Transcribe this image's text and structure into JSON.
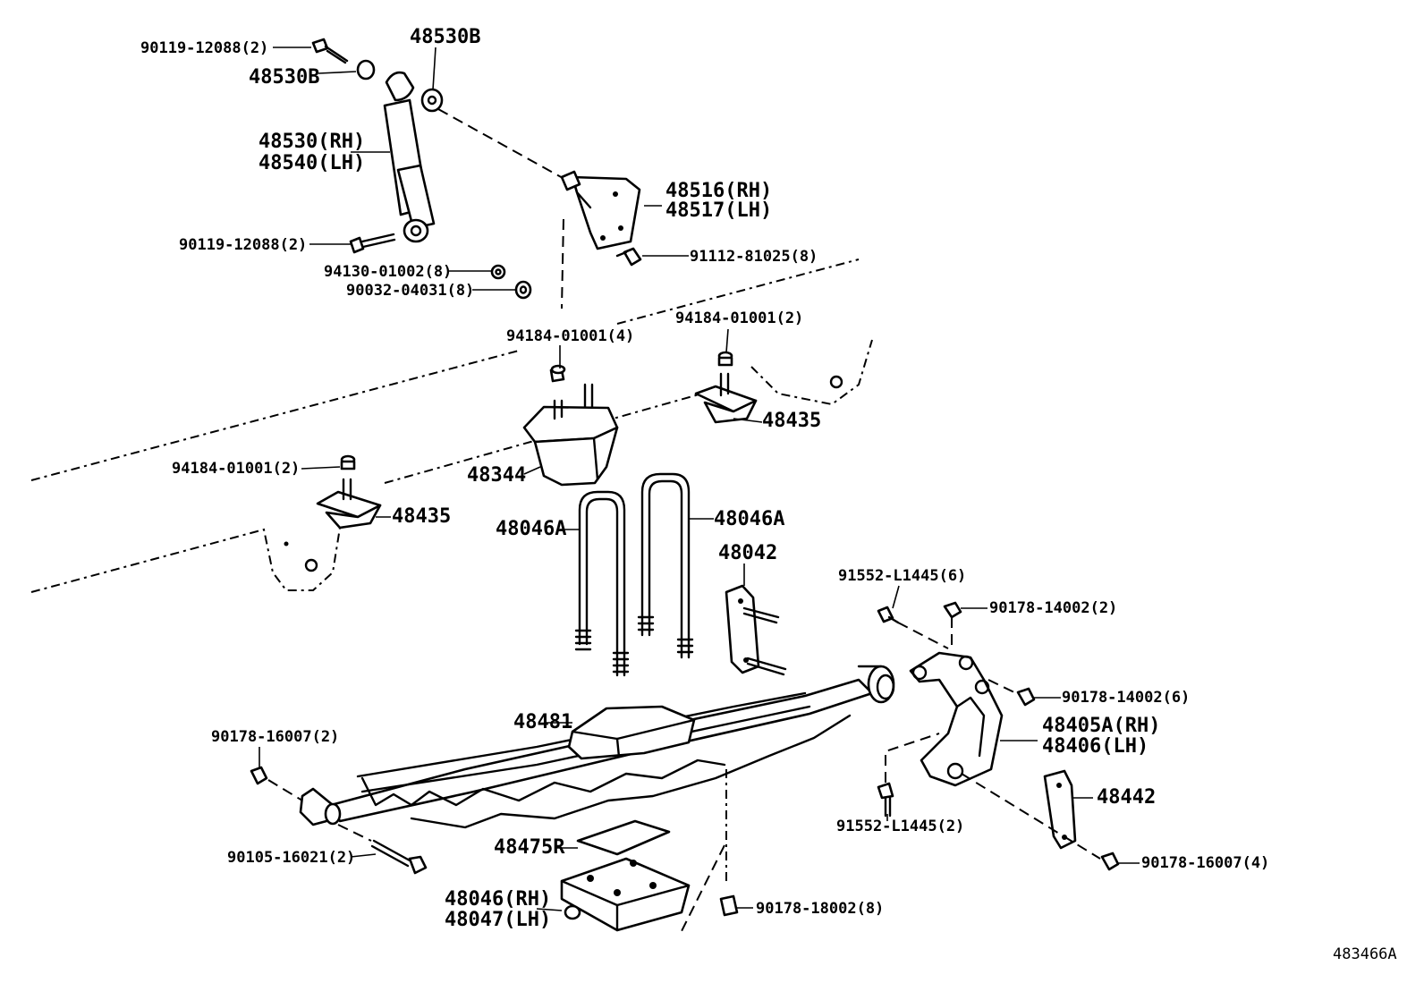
{
  "figure_code": "483466A",
  "callouts": {
    "c01": "90119-12088(2)",
    "c02": "48530B",
    "c03": "48530B",
    "c04": "48530(RH)",
    "c05": "48540(LH)",
    "c06": "48516(RH)",
    "c07": "48517(LH)",
    "c08": "90119-12088(2)",
    "c09": "91112-81025(8)",
    "c10": "94130-01002(8)",
    "c11": "90032-04031(8)",
    "c12": "94184-01001(4)",
    "c13": "94184-01001(2)",
    "c14": "48435",
    "c15": "94184-01001(2)",
    "c16": "48344",
    "c17": "48435",
    "c18": "48046A",
    "c19": "48046A",
    "c20": "48042",
    "c21": "91552-L1445(6)",
    "c22": "90178-14002(2)",
    "c23": "90178-14002(6)",
    "c24": "48481",
    "c25": "48405A(RH)",
    "c26": "48406(LH)",
    "c27": "90178-16007(2)",
    "c28": "48442",
    "c29": "91552-L1445(2)",
    "c30": "48475R",
    "c31": "90105-16021(2)",
    "c32": "90178-16007(4)",
    "c33": "48046(RH)",
    "c34": "48047(LH)",
    "c35": "90178-18002(8)"
  }
}
